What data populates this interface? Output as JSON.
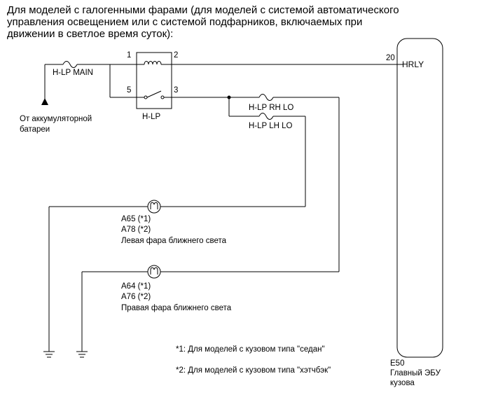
{
  "header": {
    "lines": [
      "Для моделей с галогенными фарами (для моделей с системой автоматического",
      "управления освещением или с системой подфарников, включаемых при",
      "движении в светлое время суток):"
    ]
  },
  "battery": {
    "line1": "От аккумуляторной",
    "line2": "батареи"
  },
  "fuses": {
    "main": "H-LP MAIN",
    "rh_lo": "H-LP RH LO",
    "lh_lo": "H-LP LH LO"
  },
  "relay": {
    "name": "H-LP",
    "pin1": "1",
    "pin2": "2",
    "pin3": "3",
    "pin5": "5"
  },
  "ecu": {
    "pin": "20",
    "terminal": "HRLY",
    "code": "E50",
    "name_line1": "Главный ЭБУ",
    "name_line2": "кузова"
  },
  "left_lamp": {
    "code1": "A65 (*1)",
    "code2": "A78 (*2)",
    "name": "Левая фара ближнего света"
  },
  "right_lamp": {
    "code1": "A64 (*1)",
    "code2": "A76 (*2)",
    "name": "Правая фара ближнего света"
  },
  "notes": {
    "note1": "*1: Для моделей с кузовом типа \"седан\"",
    "note2": "*2: Для моделей с кузовом типа \"хэтчбэк\""
  }
}
